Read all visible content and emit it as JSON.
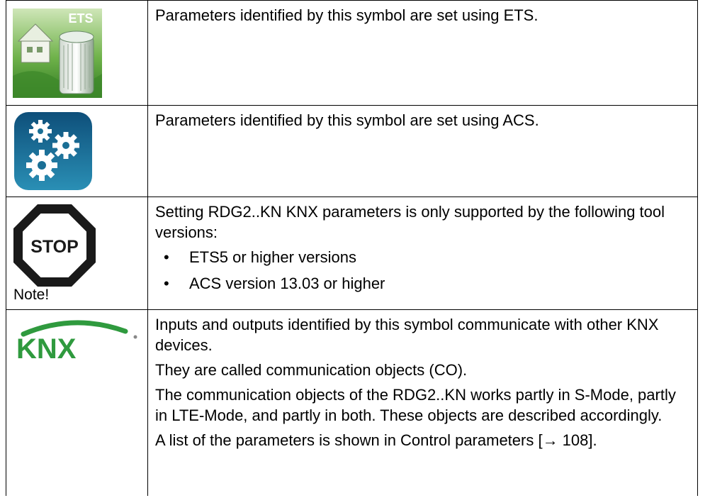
{
  "rows": [
    {
      "icon": "ets-icon",
      "icon_label": "ETS",
      "lines": [
        "Parameters identified by this symbol are set using ETS."
      ]
    },
    {
      "icon": "gears-icon",
      "lines": [
        "Parameters identified by this symbol are set using ACS."
      ]
    },
    {
      "icon": "stop-sign-icon",
      "icon_label": "STOP",
      "side_label": "Note!",
      "lines": [
        "Setting RDG2..KN KNX parameters is only supported by the following tool versions:"
      ],
      "bullets": [
        "ETS5 or higher versions",
        "ACS version 13.03 or higher"
      ]
    },
    {
      "icon": "knx-logo-icon",
      "icon_label": "KNX",
      "lines": [
        "Inputs and outputs identified by this symbol communicate with other KNX devices.",
        "They are called communication objects (CO).",
        "The communication objects of the RDG2..KN works partly in S-Mode, partly in LTE-Mode, and partly in both. These objects are described accordingly.",
        "A list of the parameters is shown in Control parameters [→ 108]."
      ]
    }
  ],
  "colors": {
    "ets_green": "#4f9a2e",
    "acs_blue": "#1a6f95",
    "knx_green": "#2f9a3e",
    "knx_blue": "#1b4f9c"
  }
}
